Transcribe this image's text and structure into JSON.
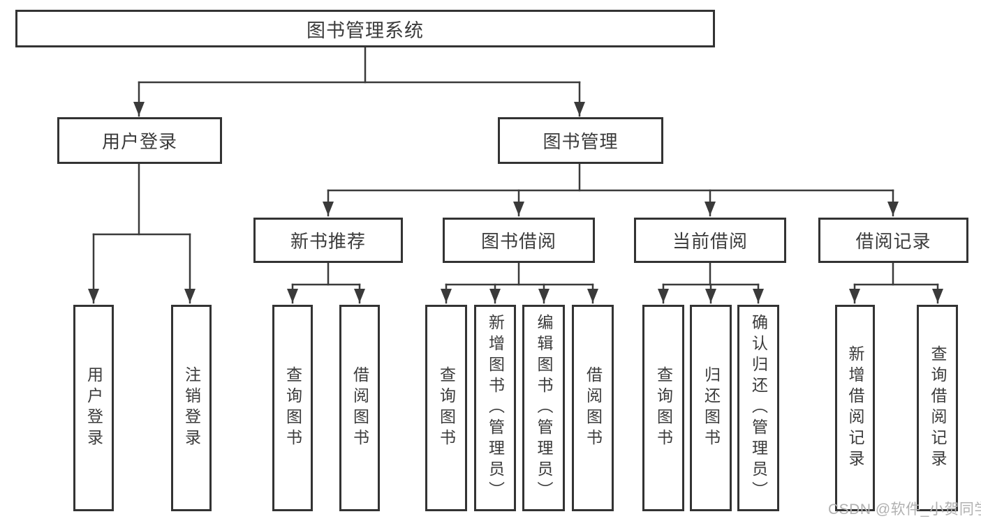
{
  "diagram": {
    "tree": {
      "root": {
        "label": "图书管理系统"
      },
      "branches": [
        {
          "label": "用户登录",
          "children": [
            "用户登录",
            "注销登录"
          ]
        },
        {
          "label": "图书管理",
          "children": [
            {
              "label": "新书推荐",
              "children": [
                "查询图书",
                "借阅图书"
              ]
            },
            {
              "label": "图书借阅",
              "children": [
                "查询图书",
                "新增图书（管理员）",
                "编辑图书（管理员）",
                "借阅图书"
              ]
            },
            {
              "label": "当前借阅",
              "children": [
                "查询图书",
                "归还图书",
                "确认归还（管理员）"
              ]
            },
            {
              "label": "借阅记录",
              "children": [
                "新增借阅记录",
                "查询借阅记录"
              ]
            }
          ]
        }
      ]
    },
    "watermark": "CSDN @软件_小贺同学",
    "colors": {
      "line": "#3a3a3a",
      "box_border": "#333333",
      "text": "#3b3b3b",
      "background": "#ffffff",
      "watermark": "#b1b1b1"
    }
  }
}
